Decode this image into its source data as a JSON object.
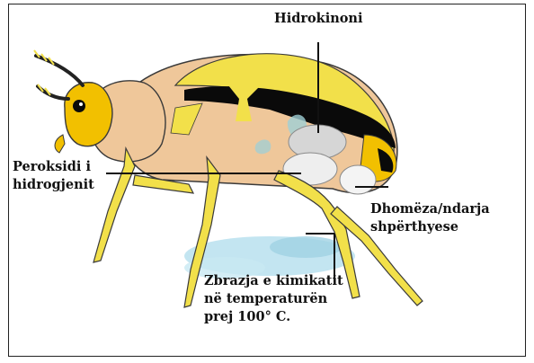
{
  "labels": {
    "hydroquinone": "Hidrokinoni",
    "peroxide_line1": "Peroksidi i",
    "peroxide_line2": "hidrogjenit",
    "chamber_line1": "Dhomëza/ndarja",
    "chamber_line2": "shpërthyese",
    "discharge_line1": "Zbrazja e kimikatit",
    "discharge_line2": "në temperaturën",
    "discharge_line3": "prej 100° C."
  },
  "colors": {
    "yellow": "#f2e04a",
    "yellow_dark": "#e0b800",
    "orange": "#f2c000",
    "body_tan": "#efc79a",
    "black": "#0a0a0a",
    "reservoir_white": "#e8e8e8",
    "spray_blue": "#a9d8e8",
    "outline": "#3a3a3a"
  }
}
